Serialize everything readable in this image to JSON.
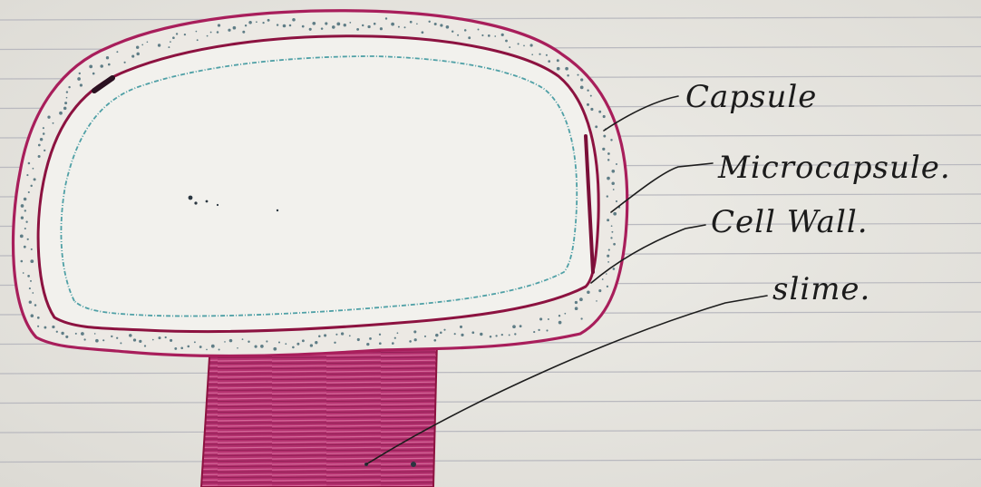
{
  "diagram": {
    "labels": {
      "capsule": "Capsule",
      "microcapsule": "Microcapsule.",
      "cell_wall": "Cell Wall.",
      "slime": "slime."
    },
    "colors": {
      "paper": "#e9e8e3",
      "ruled_line": "#b9b9bf",
      "capsule_outline": "#a81e5b",
      "cell_wall": "#8c1240",
      "slime_fill": "#b52d6d",
      "microcapsule_stipple": "#5f7d86",
      "membrane": "#4fa0a6",
      "ink": "#1b1b1b"
    }
  }
}
